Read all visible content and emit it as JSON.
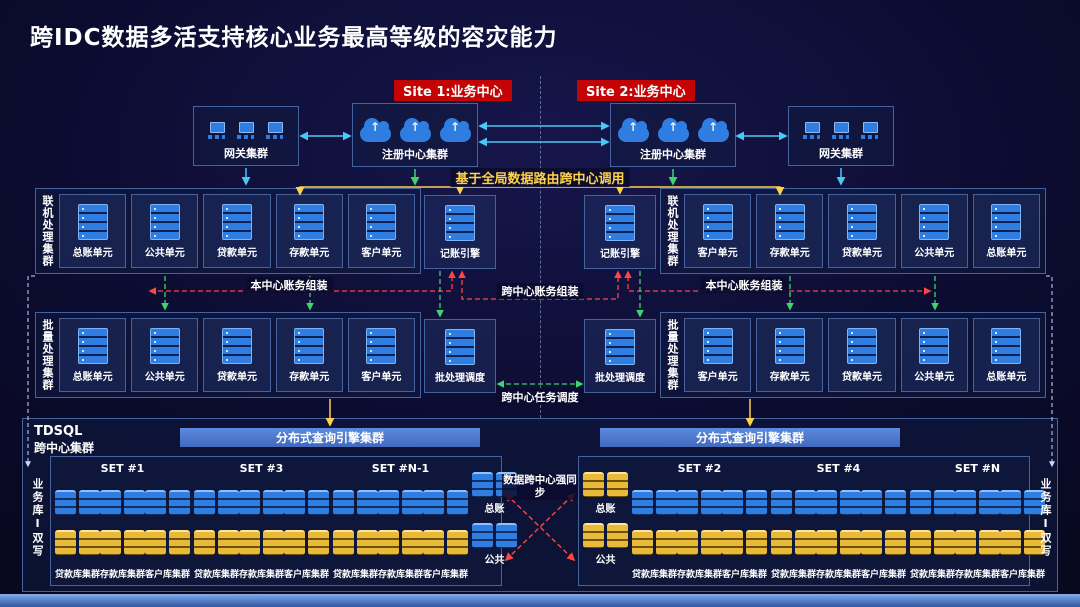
{
  "title": "跨IDC数据多活支持核心业务最高等级的容灾能力",
  "sites": {
    "site1": "Site 1:业务中心",
    "site2": "Site 2:业务中心"
  },
  "top": {
    "gateway_left": "网关集群",
    "registry_left": "注册中心集群",
    "registry_right": "注册中心集群",
    "gateway_right": "网关集群",
    "routing_note": "基于全局数据路由跨中心调用"
  },
  "online": {
    "left_group_label": "联机处理集群",
    "right_group_label": "联机处理集群",
    "left_units": [
      "总账单元",
      "公共单元",
      "贷款单元",
      "存款单元",
      "客户单元"
    ],
    "right_units": [
      "客户单元",
      "存款单元",
      "贷款单元",
      "公共单元",
      "总账单元"
    ],
    "left_engine": "记账引擎",
    "right_engine": "记账引擎",
    "left_local_assembly": "本中心账务组装",
    "right_local_assembly": "本中心账务组装",
    "cross_assembly": "跨中心账务组装"
  },
  "batch": {
    "left_group_label": "批量处理集群",
    "right_group_label": "批量处理集群",
    "left_units": [
      "总账单元",
      "公共单元",
      "贷款单元",
      "存款单元",
      "客户单元"
    ],
    "right_units": [
      "客户单元",
      "存款单元",
      "贷款单元",
      "公共单元",
      "总账单元"
    ],
    "left_scheduler": "批处理调度",
    "right_scheduler": "批处理调度",
    "cross_scheduling": "跨中心任务调度"
  },
  "tdsql": {
    "title_line1": "TDSQL",
    "title_line2": "跨中心集群",
    "left_query_bar": "分布式查询引擎集群",
    "right_query_bar": "分布式查询引擎集群",
    "sync_label": "数据跨中心强同步",
    "left_dual_write": "业务库I双写",
    "right_dual_write": "业务库I双写",
    "left_sets": [
      {
        "name": "SET #1",
        "clusters": [
          "贷款库集群",
          "存款库集群",
          "客户库集群"
        ]
      },
      {
        "name": "SET #3",
        "clusters": [
          "贷款库集群",
          "存款库集群",
          "客户库集群"
        ]
      },
      {
        "name": "SET #N-1",
        "clusters": [
          "贷款库集群",
          "存款库集群",
          "客户库集群"
        ]
      }
    ],
    "right_sets": [
      {
        "name": "SET #2",
        "clusters": [
          "贷款库集群",
          "存款库集群",
          "客户库集群"
        ]
      },
      {
        "name": "SET #4",
        "clusters": [
          "贷款库集群",
          "存款库集群",
          "客户库集群"
        ]
      },
      {
        "name": "SET #N",
        "clusters": [
          "贷款库集群",
          "存款库集群",
          "客户库集群"
        ]
      }
    ],
    "left_ledger_label": "总账",
    "left_public_label": "公共",
    "right_ledger_label": "总账",
    "right_public_label": "公共"
  },
  "icons": {
    "gateway": "network-node-icon",
    "registry": "cloud-upload-icon",
    "compute": "server-rack-icon",
    "database": "database-cylinder-icon",
    "cloud_arrow_glyph": "↑"
  },
  "colors": {
    "background": "#0b0b2e",
    "panel_border": "#44639e",
    "red_banner": "#c40404",
    "blue_icon": "#2f7de1",
    "yellow_icon": "#e9b93a",
    "query_bar": "#4f7fd6",
    "arrow_cyan": "#49c7f5",
    "arrow_green": "#3fd46c",
    "arrow_yellow": "#ffd24a",
    "arrow_red": "#ff4545",
    "footer_bar": "#4a77c4"
  }
}
